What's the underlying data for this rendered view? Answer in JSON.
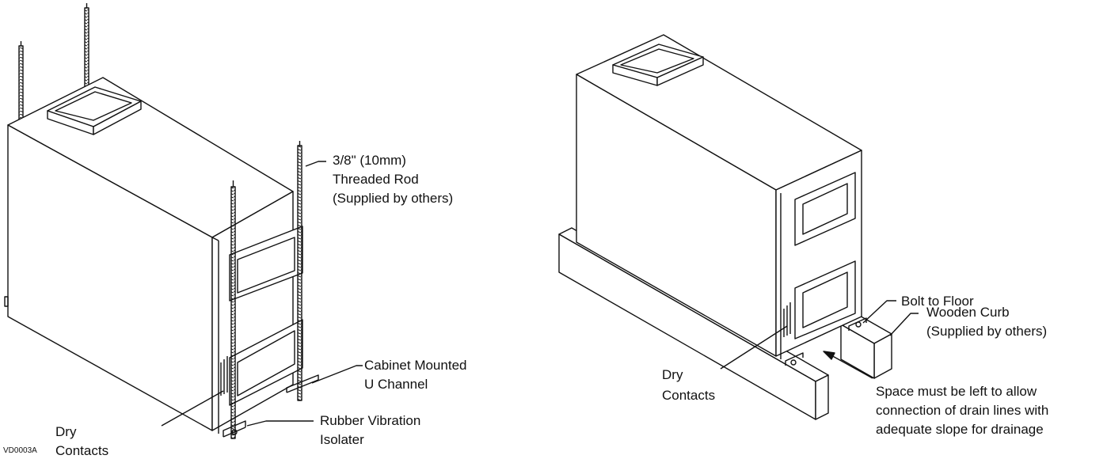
{
  "figure_code": "VD0003A",
  "left_unit": {
    "rod_label": [
      "3/8\" (10mm)",
      "Threaded Rod",
      "(Supplied by others)"
    ],
    "channel_label": [
      "Cabinet Mounted",
      "U Channel"
    ],
    "isolator_label": [
      "Rubber Vibration",
      "Isolater"
    ],
    "contacts_label": [
      "Dry",
      "Contacts"
    ]
  },
  "right_unit": {
    "bolt_label": "Bolt to Floor",
    "curb_label": [
      "Wooden Curb",
      "(Supplied by others)"
    ],
    "contacts_label": [
      "Dry",
      "Contacts"
    ],
    "space_label": [
      "Space must be left to allow",
      "connection of drain lines with",
      "adequate slope for drainage"
    ]
  }
}
